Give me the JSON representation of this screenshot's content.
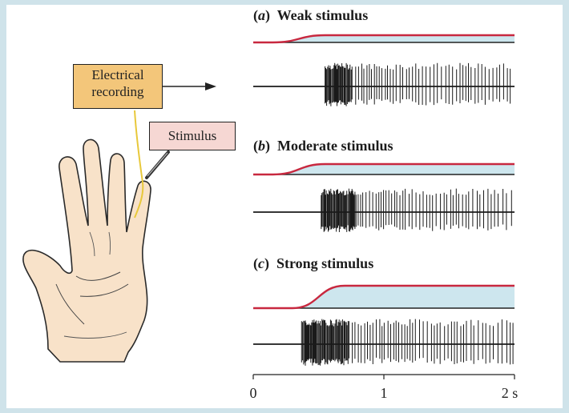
{
  "labels": {
    "electrical_recording": "Electrical\nrecording",
    "stimulus": "Stimulus"
  },
  "panels": [
    {
      "letter": "a",
      "title": "Weak stimulus",
      "burst_start_s": 0.55,
      "dense_end_s": 0.75,
      "rise_start_s": 0.15,
      "rise_end_s": 0.55
    },
    {
      "letter": "b",
      "title": "Moderate stimulus",
      "burst_start_s": 0.52,
      "dense_end_s": 0.78,
      "rise_start_s": 0.15,
      "rise_end_s": 0.55
    },
    {
      "letter": "c",
      "title": "Strong stimulus",
      "burst_start_s": 0.37,
      "dense_end_s": 0.73,
      "rise_start_s": 0.3,
      "rise_end_s": 0.7
    }
  ],
  "time_axis": {
    "ticks": [
      "0",
      "1",
      "2 s"
    ],
    "tick_values_s": [
      0,
      1,
      2
    ]
  },
  "colors": {
    "frame_background": "#cfe3ea",
    "stimulus_line": "#c8283f",
    "stimulus_fill": "#cde6ee",
    "trace": "#1a1a1a",
    "skin": "#f8e2c9",
    "nerve": "#e8c83a"
  }
}
